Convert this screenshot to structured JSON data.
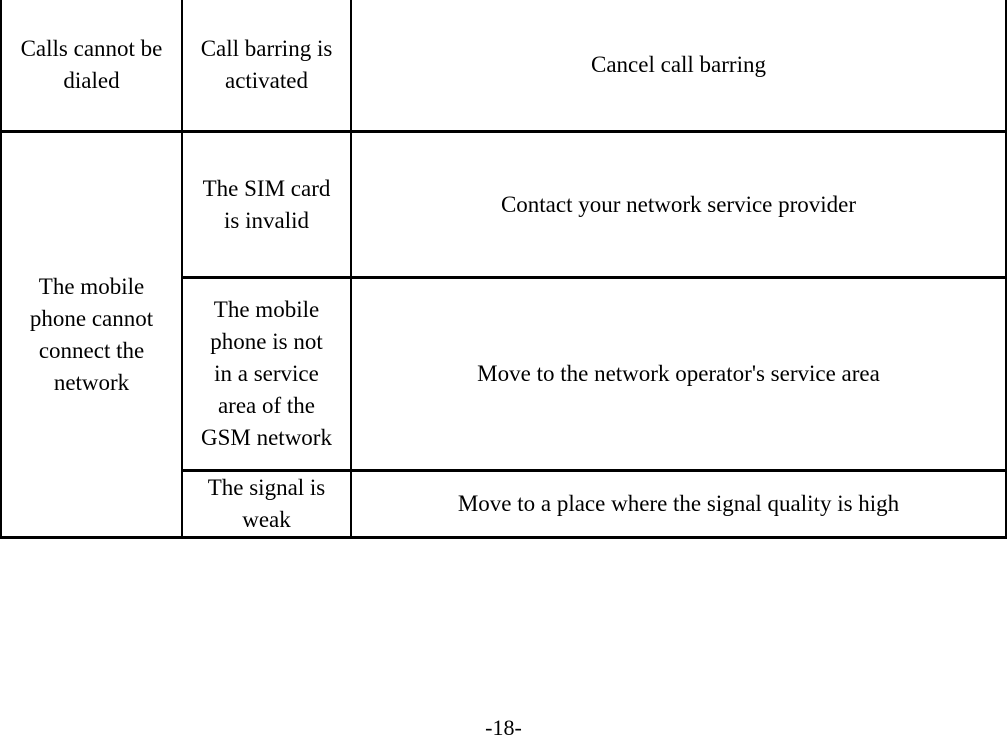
{
  "table": {
    "row1": {
      "problem": "Calls cannot be\ndialed",
      "cause": "Call barring is\nactivated",
      "solution": "Cancel call barring"
    },
    "group2": {
      "problem": "The mobile\nphone cannot\nconnect the\nnetwork",
      "subrows": [
        {
          "cause": "The SIM card\nis invalid",
          "solution": "Contact your network service provider"
        },
        {
          "cause": "The mobile\nphone is not\nin a service\narea of the\nGSM network",
          "solution": "Move to the network operator's service area"
        },
        {
          "cause": "The signal is\nweak",
          "solution": "Move to a place where the signal quality is high"
        }
      ]
    }
  },
  "footer": {
    "page_number": "-18-"
  }
}
